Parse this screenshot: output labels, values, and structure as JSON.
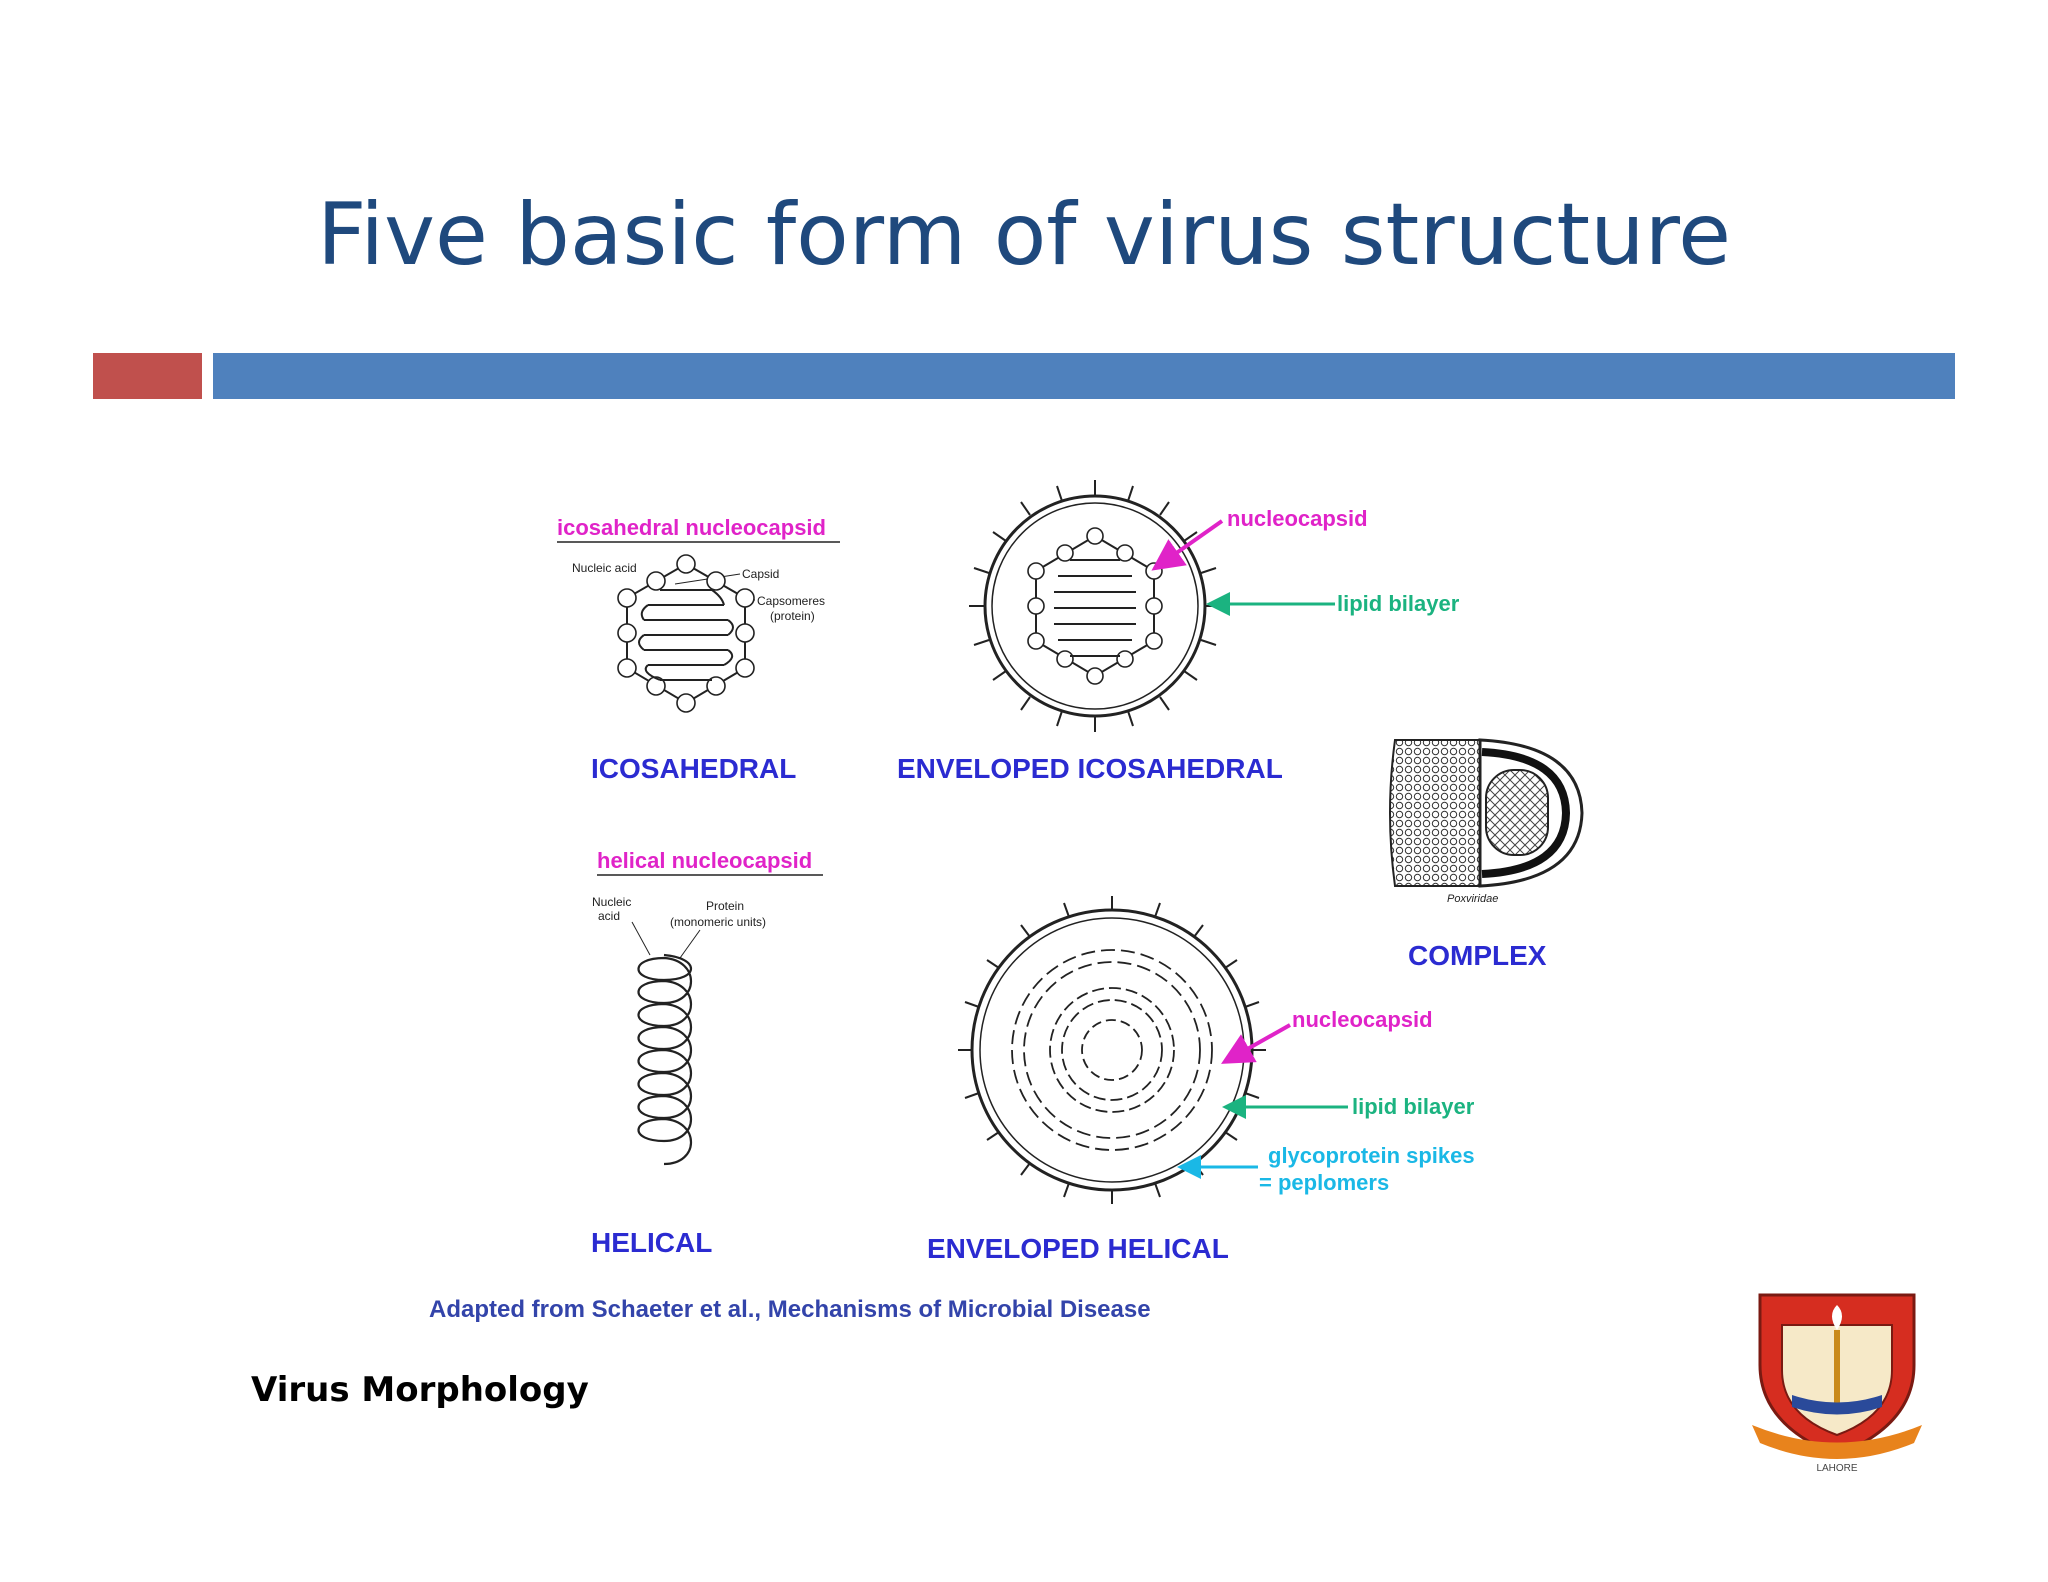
{
  "slide": {
    "title": "Five basic form of virus structure",
    "footer": "Virus Morphology",
    "colors": {
      "title": "#1f497d",
      "bar_red": "#c0504d",
      "bar_blue": "#4f81bd",
      "heading": "#2b2bd1",
      "magenta": "#e023c8",
      "green": "#1bb380",
      "cyan": "#1ab8e6"
    }
  },
  "diagram": {
    "icosahedral": {
      "label": "ICOSAHEDRAL",
      "top_label": "icosahedral nucleocapsid",
      "nucleic_acid": "Nucleic acid",
      "capsid": "Capsid",
      "capsomeres": "Capsomeres",
      "protein": "(protein)"
    },
    "enveloped_icosahedral": {
      "label": "ENVELOPED ICOSAHEDRAL",
      "nucleocapsid": "nucleocapsid",
      "lipid_bilayer": "lipid bilayer"
    },
    "complex": {
      "label": "COMPLEX",
      "sublabel": "Poxviridae"
    },
    "helical": {
      "label": "HELICAL",
      "top_label": "helical nucleocapsid",
      "nucleic_line1": "Nucleic",
      "nucleic_line2": "acid",
      "protein_line1": "Protein",
      "protein_line2": "(monomeric units)"
    },
    "enveloped_helical": {
      "label": "ENVELOPED HELICAL",
      "nucleocapsid": "nucleocapsid",
      "lipid_bilayer": "lipid bilayer",
      "spikes_line1": "glycoprotein spikes",
      "spikes_line2": "= peplomers"
    },
    "credit": "Adapted from Schaeter et al., Mechanisms of Microbial Disease"
  },
  "logo": {
    "text": "LAHORE"
  }
}
